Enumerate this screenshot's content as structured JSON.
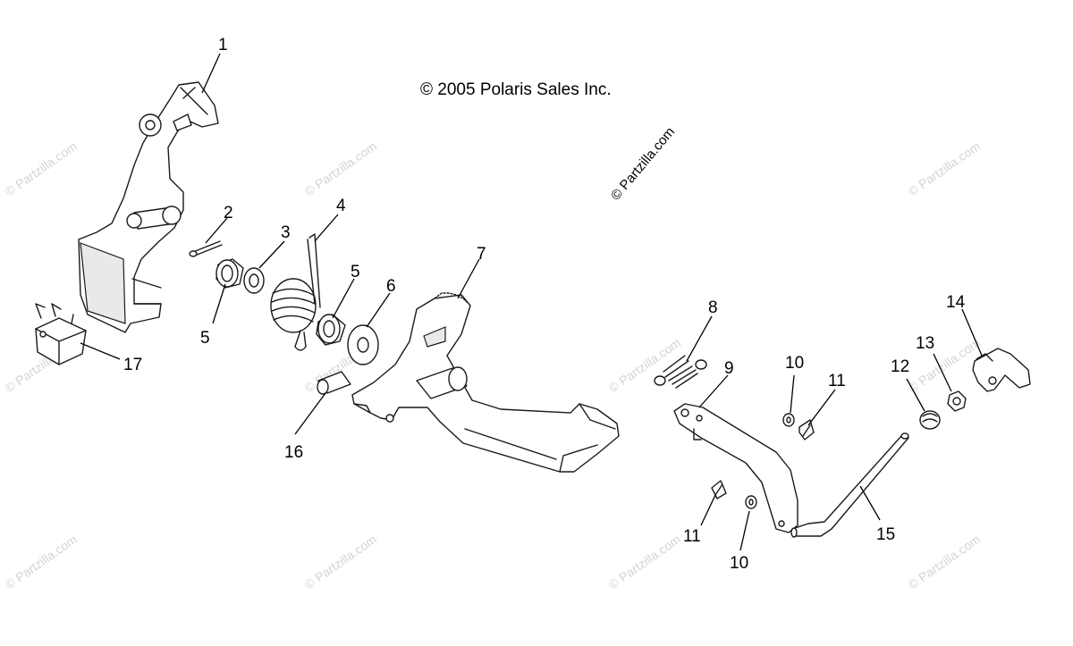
{
  "copyright": "© 2005 Polaris Sales Inc.",
  "site_tag": "© Partzilla.com",
  "watermark_text": "© Partzilla.com",
  "callouts": [
    "1",
    "2",
    "3",
    "4",
    "5",
    "5",
    "6",
    "7",
    "8",
    "9",
    "10",
    "10",
    "11",
    "11",
    "12",
    "13",
    "14",
    "15",
    "16",
    "17"
  ],
  "colors": {
    "line": "#1a1a1a",
    "watermark": "#d4d4d4",
    "background": "#ffffff"
  }
}
